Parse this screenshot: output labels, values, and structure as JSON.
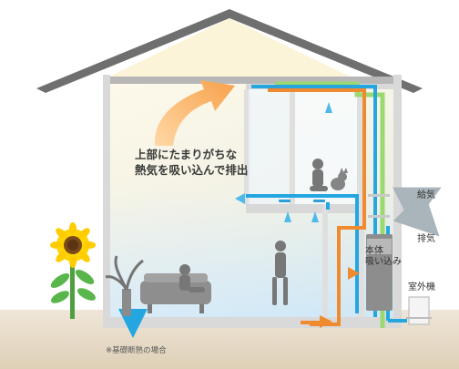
{
  "callout": {
    "line1": "上部にたまりがちな",
    "line2": "熱気を吸い込んで排出"
  },
  "unit": {
    "line1": "本体",
    "line2": "吸い込み"
  },
  "labels": {
    "supply": "給気",
    "exhaust": "排気",
    "outdoor_unit": "室外機"
  },
  "footnote": "※基礎断熱の場合",
  "colors": {
    "roof": "#6f6f6f",
    "attic": "#fbf4d8",
    "interior_warm": "#fdf6de",
    "interior_cool": "#cfe7f7",
    "duct_blue": "#24a6e0",
    "duct_orange": "#ef8a2e",
    "duct_green": "#9bd86f",
    "ground": "#e7dcc9"
  },
  "icons": [
    "sunflower-icon",
    "person-icon",
    "plant-icon",
    "sofa-icon",
    "cat-icon",
    "arrow-icon"
  ]
}
